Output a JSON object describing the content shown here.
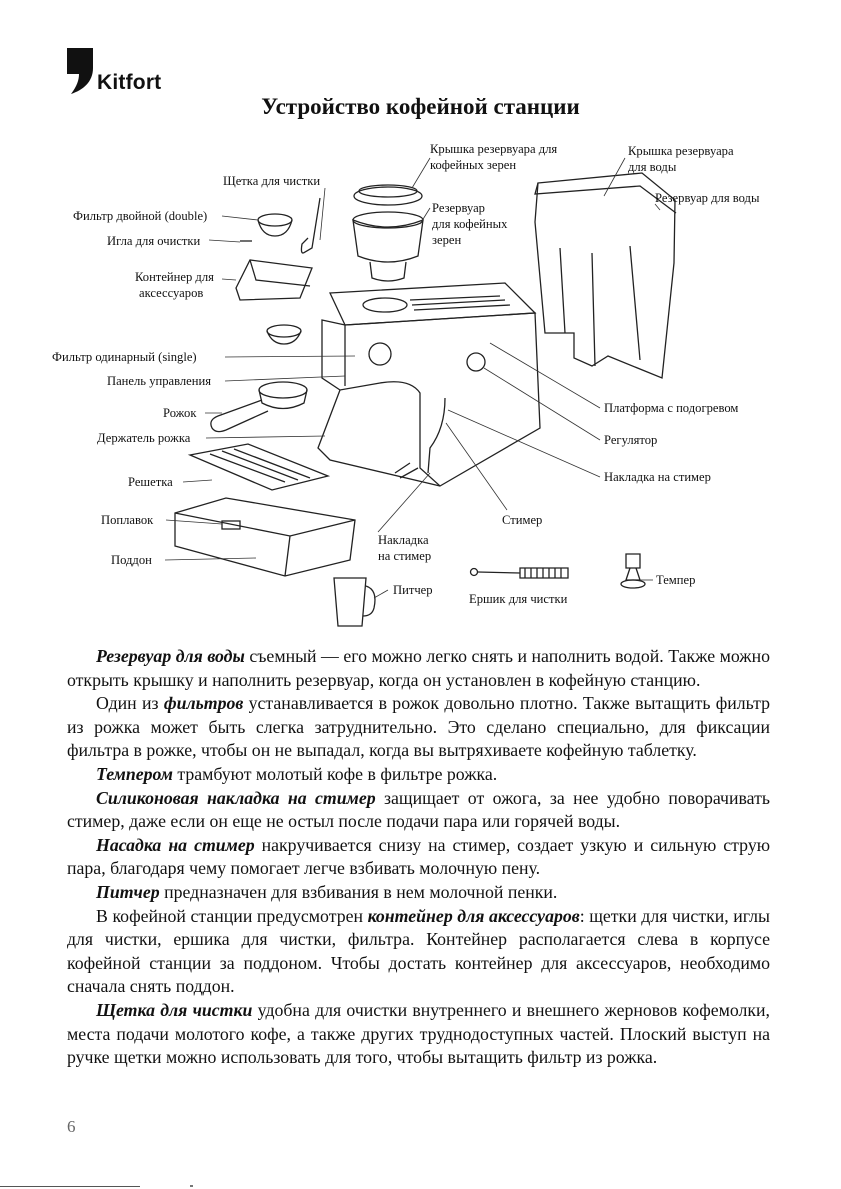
{
  "brand": {
    "name": "Kitfort",
    "logo_icon": "kitfort-logo-icon"
  },
  "title": "Устройство кофейной станции",
  "labels": {
    "bean_hopper_lid": [
      "Крышка резервуара для",
      "кофейных зерен"
    ],
    "water_tank_lid": [
      "Крышка резервуара",
      "для воды"
    ],
    "cleaning_brush": "Щетка для чистки",
    "water_tank": "Резервуар для воды",
    "bean_hopper": [
      "Резервуар",
      "для кофейных",
      "зерен"
    ],
    "double_filter": "Фильтр двойной (double)",
    "cleaning_needle": "Игла для очистки",
    "accessory_container": [
      "Контейнер для",
      "аксессуаров"
    ],
    "single_filter": "Фильтр одинарный (single)",
    "control_panel": "Панель управления",
    "portafilter": "Рожок",
    "portafilter_holder": "Держатель рожка",
    "heated_platform": "Платформа с подогревом",
    "regulator": "Регулятор",
    "steamer_cover": "Накладка на стимер",
    "grid": "Решетка",
    "float": "Поплавок",
    "steamer": "Стимер",
    "tray": "Поддон",
    "steamer_nozzle": [
      "Накладка",
      "на стимер"
    ],
    "pitcher": "Питчер",
    "cleaning_brush_small": "Ершик для чистки",
    "tamper": "Темпер"
  },
  "paragraphs": [
    {
      "term": "Резервуар для воды",
      "text": " съемный — его можно легко снять и наполнить водой. Также можно открыть крышку и наполнить резервуар, когда он установлен в кофейную станцию."
    },
    {
      "pre": "Один из ",
      "term": "фильтров",
      "text": " устанавливается в рожок довольно плотно. Также вытащить фильтр из рожка может быть слегка затруднительно. Это сделано специально, для фиксации фильтра в рожке, чтобы он не выпадал, когда вы вытряхиваете кофейную таблетку."
    },
    {
      "term": "Темпером",
      "text": " трамбуют молотый кофе в фильтре рожка."
    },
    {
      "term": "Силиконовая накладка на стимер",
      "text": " защищает от ожога, за нее удобно поворачивать стимер, даже если он еще не остыл после подачи пара или горячей воды."
    },
    {
      "term": "Насадка на стимер",
      "text": " накручивается снизу на стимер, создает узкую и сильную струю пара, благодаря чему помогает легче взбивать молочную пену."
    },
    {
      "term": "Питчер",
      "text": " предназначен для взбивания в нем молочной пенки."
    },
    {
      "pre": "В кофейной станции предусмотрен ",
      "term": "контейнер для аксессуаров",
      "text": ": щетки для чистки, иглы для чистки, ершика для чистки, фильтра. Контейнер располагается слева в корпусе кофейной станции за поддоном. Чтобы достать контейнер для аксессуаров, необходимо сначала снять поддон."
    },
    {
      "term": "Щетка для чистки",
      "text": " удобна для очистки внутреннего и внешнего жерновов кофемолки, места подачи молотого кофе, а также других труднодоступных частей. Плоский выступ на ручке щетки можно использовать для того, чтобы вытащить фильтр из рожка."
    }
  ],
  "page_number": "6"
}
